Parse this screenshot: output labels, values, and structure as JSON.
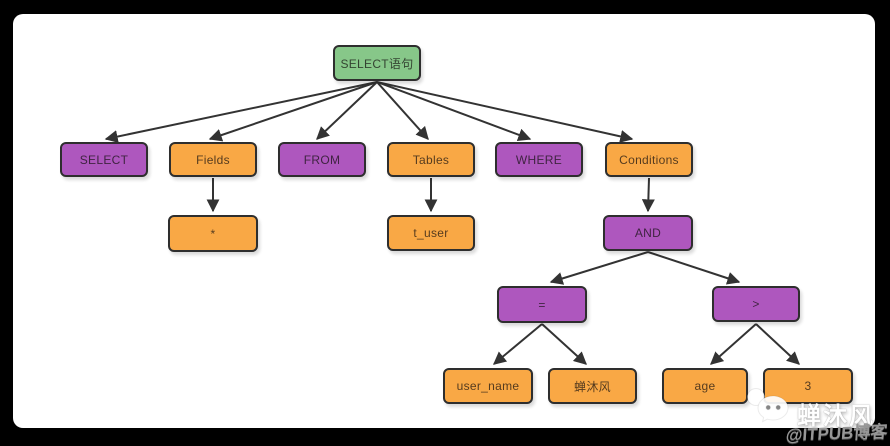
{
  "palette": {
    "frame_background": "#000000",
    "canvas_background": "#ffffff",
    "root_green": "#87C789",
    "keyword_purple": "#AE57BE",
    "value_orange": "#F9A845",
    "node_border": "#2e2e2e",
    "edge_color": "#333333"
  },
  "nodes": {
    "root": {
      "label": "SELECT语句"
    },
    "select": {
      "label": "SELECT"
    },
    "fields": {
      "label": "Fields"
    },
    "from": {
      "label": "FROM"
    },
    "tables": {
      "label": "Tables"
    },
    "where": {
      "label": "WHERE"
    },
    "conditions": {
      "label": "Conditions"
    },
    "star": {
      "label": "*"
    },
    "t_user": {
      "label": "t_user"
    },
    "and_op": {
      "label": "AND"
    },
    "eq": {
      "label": "="
    },
    "gt": {
      "label": ">"
    },
    "user_name": {
      "label": "user_name"
    },
    "chanmufeng": {
      "label": "蝉沐风"
    },
    "age": {
      "label": "age"
    },
    "three": {
      "label": "3"
    }
  },
  "tree": {
    "description": "SQL SELECT statement parse tree",
    "edges": [
      [
        "SELECT语句",
        "SELECT"
      ],
      [
        "SELECT语句",
        "Fields"
      ],
      [
        "SELECT语句",
        "FROM"
      ],
      [
        "SELECT语句",
        "Tables"
      ],
      [
        "SELECT语句",
        "WHERE"
      ],
      [
        "SELECT语句",
        "Conditions"
      ],
      [
        "Fields",
        "*"
      ],
      [
        "Tables",
        "t_user"
      ],
      [
        "Conditions",
        "AND"
      ],
      [
        "AND",
        "="
      ],
      [
        "AND",
        ">"
      ],
      [
        "=",
        "user_name"
      ],
      [
        "=",
        "蝉沐风"
      ],
      [
        ">",
        "age"
      ],
      [
        ">",
        "3"
      ]
    ]
  },
  "watermark": {
    "brand": "蝉沐风",
    "attribution": "@ITPUB博客",
    "icon": "wechat-icon"
  }
}
